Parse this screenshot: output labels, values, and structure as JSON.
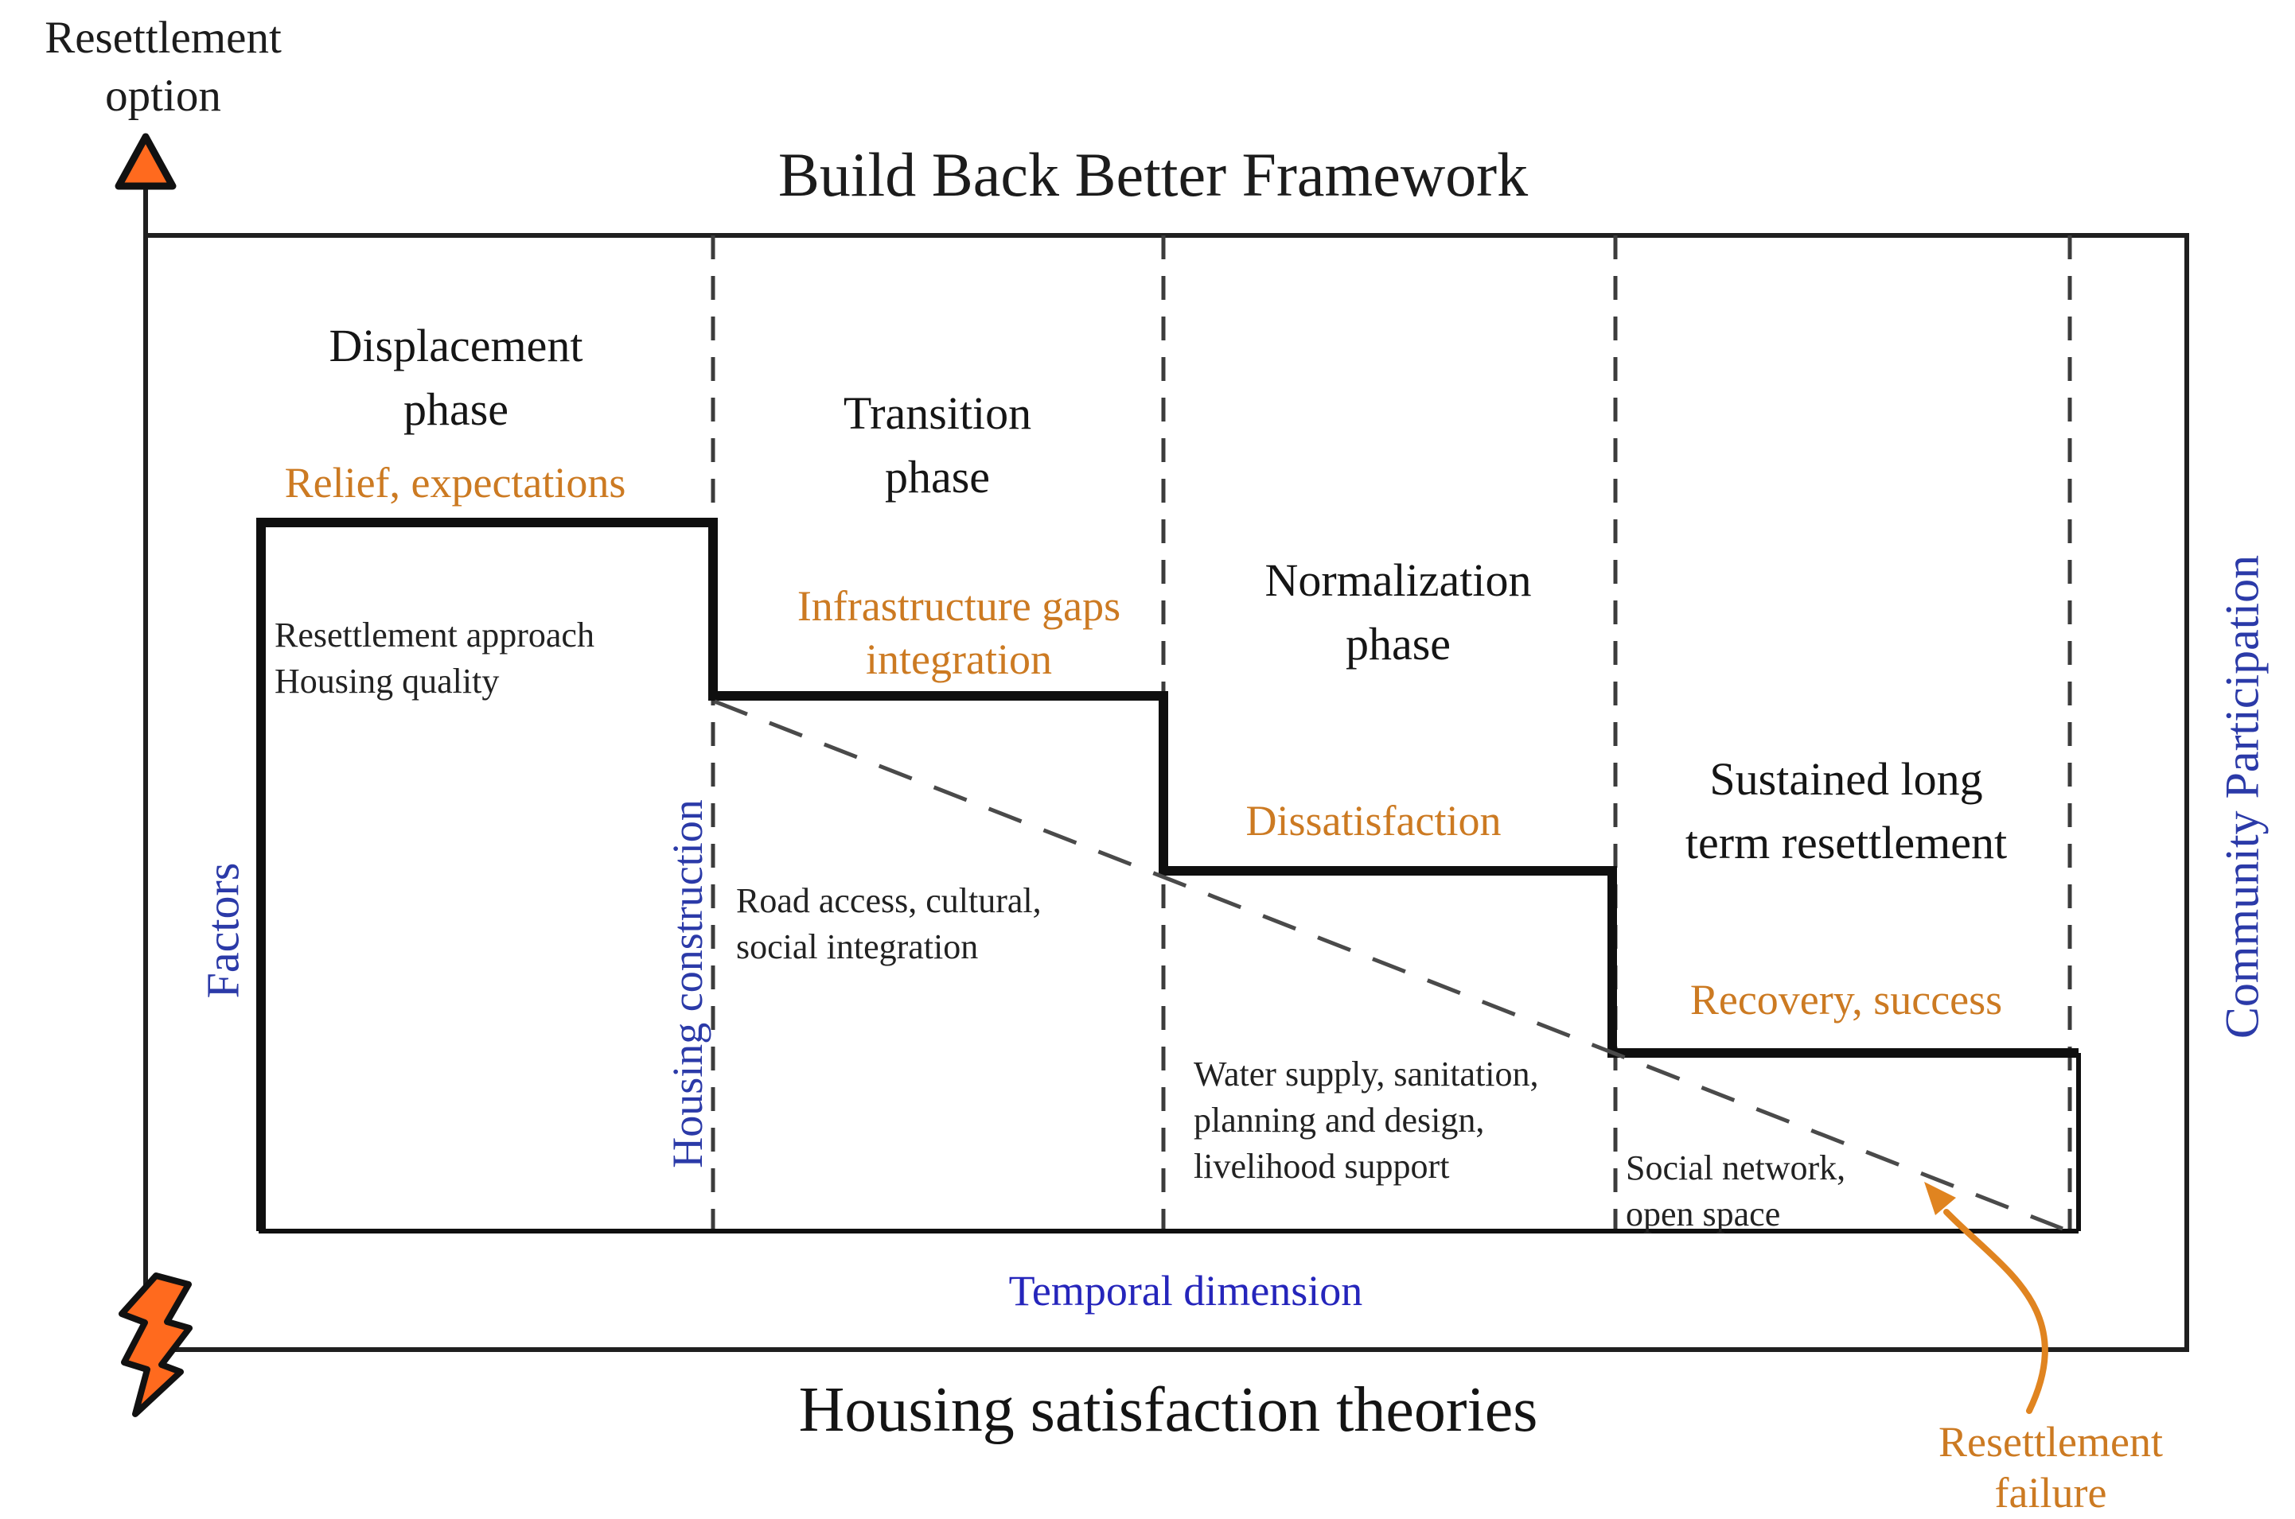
{
  "figure": {
    "title": "Build Back Better Framework",
    "y_axis_label": "Resettlement\noption",
    "x_axis_label": "Temporal dimension",
    "left_outer_label": "Factors",
    "left_inner_label": "Housing construction",
    "right_label": "Community Participation",
    "bottom_label": "Housing satisfaction theories",
    "failure_label": "Resettlement\nfailure"
  },
  "phases": [
    {
      "label": "Displacement\nphase",
      "highlight": "Relief, expectations",
      "factors": "Resettlement approach\nHousing quality"
    },
    {
      "label": "Transition\nphase",
      "highlight": "Infrastructure gaps\nintegration",
      "factors": "Road access, cultural,\nsocial integration"
    },
    {
      "label": "Normalization\nphase",
      "highlight": "Dissatisfaction",
      "factors": "Water supply, sanitation,\nplanning and design,\nlivelihood support"
    },
    {
      "label": "Sustained long\nterm resettlement",
      "highlight": "Recovery, success",
      "factors": "Social network,\nopen space"
    }
  ],
  "colors": {
    "orange": "#cc7a22",
    "arrow": "#e08420",
    "bolt": "#ff6a1e",
    "blue": "#2b3aa8",
    "temporal": "#2525bb"
  }
}
